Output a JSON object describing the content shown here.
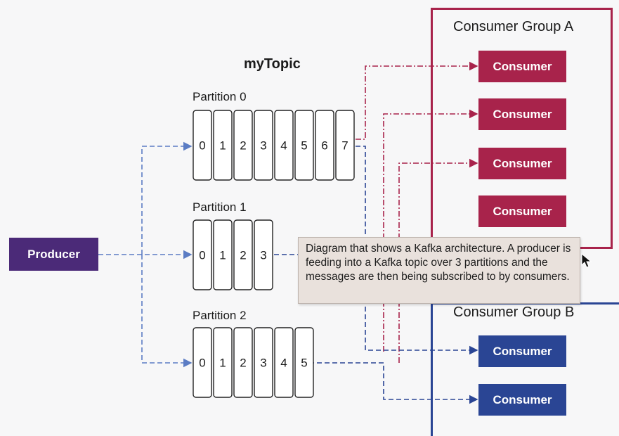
{
  "topic": {
    "title": "myTopic",
    "partitions": [
      {
        "label": "Partition 0",
        "cells": [
          "0",
          "1",
          "2",
          "3",
          "4",
          "5",
          "6",
          "7"
        ]
      },
      {
        "label": "Partition 1",
        "cells": [
          "0",
          "1",
          "2",
          "3"
        ]
      },
      {
        "label": "Partition 2",
        "cells": [
          "0",
          "1",
          "2",
          "3",
          "4",
          "5"
        ]
      }
    ]
  },
  "producer": {
    "label": "Producer"
  },
  "group_a": {
    "title": "Consumer Group A",
    "consumers": [
      "Consumer",
      "Consumer",
      "Consumer",
      "Consumer"
    ]
  },
  "group_b": {
    "title": "Consumer Group B",
    "consumers": [
      "Consumer",
      "Consumer"
    ]
  },
  "tooltip": {
    "text": "Diagram that shows a Kafka architecture. A producer is feeding into a Kafka topic over 3 partitions and the messages are then being subscribed to by consumers."
  },
  "colors": {
    "producer": "#4b2a78",
    "group_a": "#a8234b",
    "group_b": "#2a4594",
    "producer_line": "#5b7cc4",
    "tooltip_bg": "#e9e1dc"
  }
}
